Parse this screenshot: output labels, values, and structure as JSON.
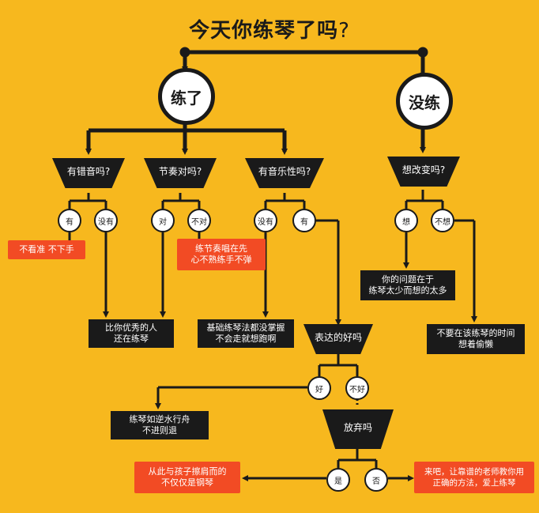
{
  "title": "今天你练琴了吗",
  "title_mark": "?",
  "nodes": {
    "practiced": "练了",
    "not_practiced": "没练",
    "q_wrong_notes": "有错音吗?",
    "q_rhythm": "节奏对吗?",
    "q_musicality": "有音乐性吗?",
    "q_change": "想改变吗?",
    "q_expression": "表达的好吗",
    "q_give_up": "放弃吗"
  },
  "answers": {
    "wrong_yes": "有",
    "wrong_no": "没有",
    "rhythm_yes": "对",
    "rhythm_no": "不对",
    "music_no": "没有",
    "music_yes": "有",
    "change_yes": "想",
    "change_no": "不想",
    "expr_good": "好",
    "expr_bad": "不好",
    "giveup_yes": "是",
    "giveup_no": "否"
  },
  "outcomes": {
    "look_carefully": "不看准 不下手",
    "rhythm_fix": "练节奏唱在先\n心不熟练手不弹",
    "better_than_you": "比你优秀的人\n还在练琴",
    "basics": "基础练琴法都没掌握\n不会走就想跑啊",
    "your_problem": "你的问题在于\n练琴太少而想的太多",
    "dont_be_lazy": "不要在该练琴的时间\n想着偷懒",
    "against_current": "练琴如逆水行舟\n不进则退",
    "more_than_piano": "从此与孩子擦肩而的\n不仅仅是钢琴",
    "come_on": "来吧，让靠谱的老师教你用\n正确的方法，爱上练琴"
  },
  "colors": {
    "background": "#f7b81e",
    "dark": "#1a1a1a",
    "warning": "#f24b24"
  }
}
